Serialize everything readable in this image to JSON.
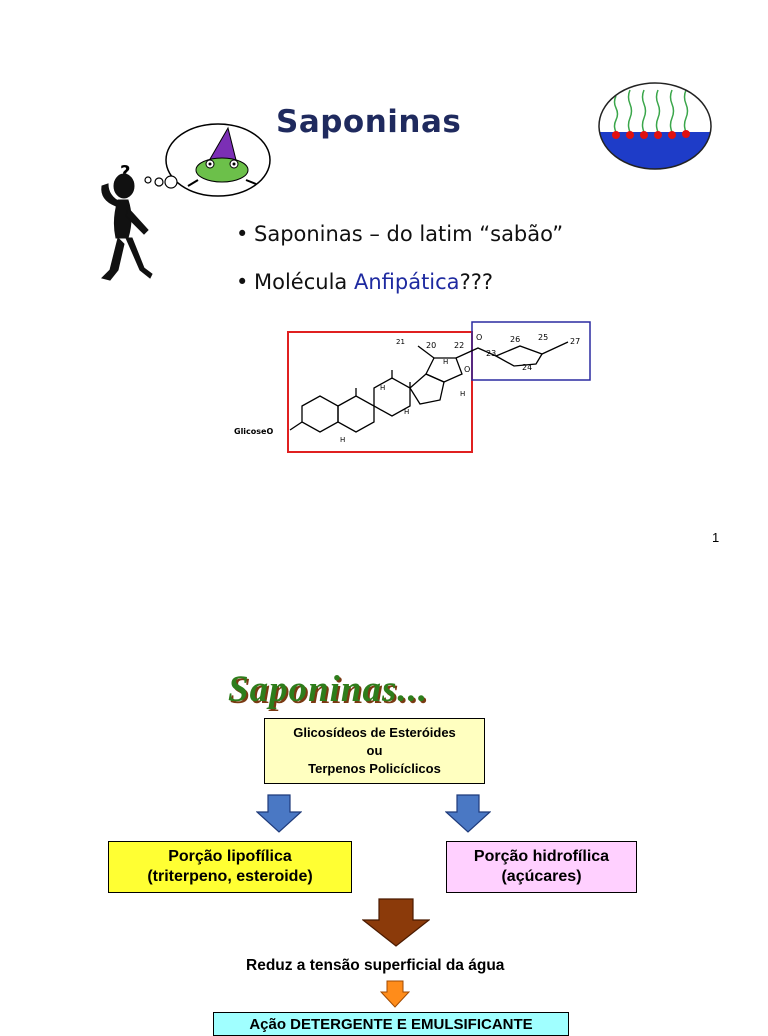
{
  "slide1": {
    "title": "Saponinas",
    "bullet_symbol": "•",
    "bullet1": "Saponinas – do latim “sabão”",
    "bullet2_prefix": "Molécula ",
    "bullet2_highlight": "Anfipática",
    "bullet2_suffix": "???",
    "thought_symbol": "?",
    "molecule_labels": {
      "glicose": "GlicoseO",
      "n21": "21",
      "n20": "20",
      "n22": "22",
      "n23": "23",
      "n24": "24",
      "n25": "25",
      "n26": "26",
      "n27": "27",
      "h": "H",
      "o": "O"
    },
    "page_number": "1"
  },
  "slide2": {
    "title": "Saponinas...",
    "top_box_lines": [
      "Glicosídeos de Esteróides",
      "ou",
      "Terpenos Policíclicos"
    ],
    "lipo_lines": [
      "Porção lipofílica",
      "(triterpeno, esteroide)"
    ],
    "hidro_lines": [
      "Porção hidrofílica",
      "(açúcares)"
    ],
    "reduz": "Reduz a tensão superficial da água",
    "acao": "Ação DETERGENTE E EMULSIFICANTE"
  },
  "colors": {
    "title_blue": "#1f2a5e",
    "anfipatica": "#1e2aa0",
    "red_box": "#e02020",
    "blue_box": "#2a2aa0",
    "arrow_blue": "#4a78c4",
    "arrow_brown": "#8b3a0a",
    "arrow_orange": "#ff8c1a",
    "slide2_title": "#2e7d1b"
  }
}
